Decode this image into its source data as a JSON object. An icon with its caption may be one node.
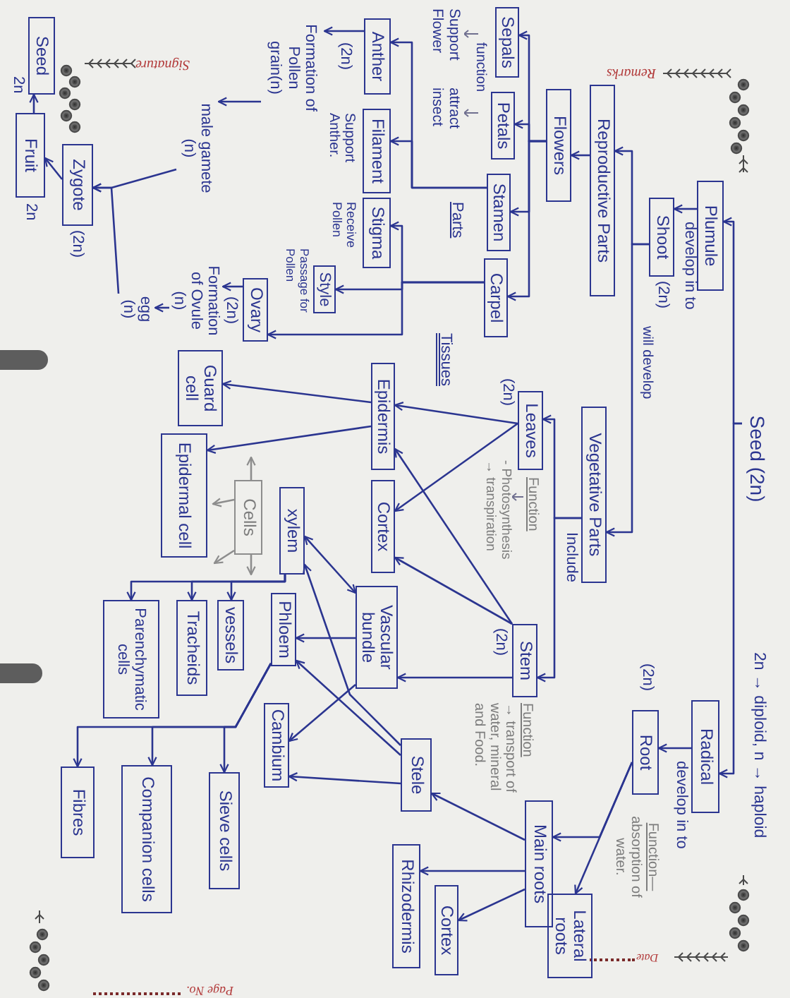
{
  "diagram": {
    "nodes": [
      {
        "text": [
          "Seed (2n)"
        ]
      },
      {
        "text": [
          "Plumule"
        ]
      },
      {
        "text": [
          "Radical"
        ]
      },
      {
        "text": [
          "Shoot"
        ],
        "beside": [
          "(2n)"
        ]
      },
      {
        "text": [
          "Root"
        ],
        "beside": [
          "(2n)",
          "Function—",
          "absorption of water."
        ]
      },
      {
        "text": [
          "Reproductive Parts"
        ]
      },
      {
        "text": [
          "Vegetative Parts"
        ]
      },
      {
        "text": [
          "Lateral roots"
        ]
      },
      {
        "text": [
          "Flowers"
        ]
      },
      {
        "text": [
          "Main roots"
        ]
      },
      {
        "text": [
          "Leaves"
        ],
        "beside": [
          "(2n)",
          "Function",
          "- Photosynthesis",
          "→ transpiration"
        ]
      },
      {
        "text": [
          "Stem"
        ],
        "beside": [
          "(2n)",
          "Function",
          "→ transport of water, mineral and Food."
        ]
      },
      {
        "text": [
          "Sepals"
        ],
        "beside": [
          "Support Flower"
        ]
      },
      {
        "text": [
          "Petals"
        ],
        "beside": [
          "attract insect"
        ]
      },
      {
        "text": [
          "Stamen"
        ]
      },
      {
        "text": [
          "Carpel"
        ]
      },
      {
        "text": [
          "Cortex"
        ]
      },
      {
        "text": [
          "Stele"
        ]
      },
      {
        "text": [
          "Rhizodermis"
        ]
      },
      {
        "text": [
          "Epidermis"
        ]
      },
      {
        "text": [
          "Cortex"
        ]
      },
      {
        "text": [
          "Vascular bundle"
        ]
      },
      {
        "text": [
          "Anther"
        ],
        "beside": [
          "(2n)"
        ]
      },
      {
        "text": [
          "Filament"
        ],
        "beside": [
          "Support Anther."
        ]
      },
      {
        "text": [
          "Stigma"
        ],
        "beside": [
          "Receive Pollen"
        ]
      },
      {
        "text": [
          "Style"
        ],
        "beside": [
          "Passage for Pollen"
        ]
      },
      {
        "text": [
          "Formation of Pollen grain(n)"
        ]
      },
      {
        "text": [
          "xylem"
        ]
      },
      {
        "text": [
          "Phloem"
        ]
      },
      {
        "text": [
          "Cambium"
        ]
      },
      {
        "text": [
          "Ovary"
        ],
        "beside": [
          "(2n)"
        ]
      },
      {
        "text": [
          "Cells"
        ]
      },
      {
        "text": [
          "vessels"
        ]
      },
      {
        "text": [
          "Sieve cells"
        ]
      },
      {
        "text": [
          "Guard cell"
        ]
      },
      {
        "text": [
          "male gamete (n)"
        ]
      },
      {
        "text": [
          "Formation of Ovule (n)"
        ]
      },
      {
        "text": [
          "Epidermal cell"
        ]
      },
      {
        "text": [
          "Tracheids"
        ]
      },
      {
        "text": [
          "Companion cells"
        ]
      },
      {
        "text": [
          "egg (n)"
        ]
      },
      {
        "text": [
          "Parenchymatic cells"
        ]
      },
      {
        "text": [
          "Fibres"
        ]
      },
      {
        "text": [
          "Zygote"
        ],
        "beside": [
          "(2n)"
        ]
      },
      {
        "text": [
          "Seed"
        ],
        "beside": [
          "2n"
        ]
      },
      {
        "text": [
          "Fruit"
        ],
        "beside": [
          "2n"
        ]
      }
    ],
    "edges": [
      {
        "from": 0,
        "to": 1,
        "arrow": "to"
      },
      {
        "from": 0,
        "to": 2,
        "arrow": "to"
      },
      {
        "from": 1,
        "to": 3,
        "arrow": "to",
        "label": "develop in to"
      },
      {
        "from": 2,
        "to": 4,
        "arrow": "to",
        "label": "develop in to"
      },
      {
        "from": 3,
        "to": 5,
        "arrow": "to"
      },
      {
        "from": 3,
        "to": 6,
        "arrow": "to",
        "label": "will develop"
      },
      {
        "from": 4,
        "to": 9,
        "arrow": "to"
      },
      {
        "from": 4,
        "to": 7,
        "arrow": "to"
      },
      {
        "from": 5,
        "to": 8,
        "arrow": "to"
      },
      {
        "from": 6,
        "to": 10,
        "arrow": "to"
      },
      {
        "from": 6,
        "to": 11,
        "arrow": "to",
        "label": "Include"
      },
      {
        "from": 8,
        "to": 12,
        "arrow": "to"
      },
      {
        "from": 8,
        "to": 13,
        "arrow": "to"
      },
      {
        "from": 8,
        "to": 14,
        "arrow": "to"
      },
      {
        "from": 8,
        "to": 15,
        "arrow": "to"
      },
      {
        "from": 10,
        "to": 19,
        "arrow": "to"
      },
      {
        "from": 10,
        "to": 20,
        "arrow": "to"
      },
      {
        "from": 11,
        "to": 19,
        "arrow": "to"
      },
      {
        "from": 11,
        "to": 20,
        "arrow": "to"
      },
      {
        "from": 11,
        "to": 21,
        "arrow": "to"
      },
      {
        "from": 9,
        "to": 16,
        "arrow": "to"
      },
      {
        "from": 9,
        "to": 17,
        "arrow": "to"
      },
      {
        "from": 9,
        "to": 18,
        "arrow": "to"
      },
      {
        "from": 14,
        "to": 22,
        "arrow": "to"
      },
      {
        "from": 14,
        "to": 23,
        "arrow": "to"
      },
      {
        "from": 15,
        "to": 24,
        "arrow": "to"
      },
      {
        "from": 15,
        "to": 25,
        "arrow": "to"
      },
      {
        "from": 15,
        "to": 30,
        "arrow": "to"
      },
      {
        "from": 22,
        "to": 26,
        "arrow": "to"
      },
      {
        "from": 26,
        "to": 35,
        "arrow": "to"
      },
      {
        "from": 19,
        "to": 34,
        "arrow": "to"
      },
      {
        "from": 19,
        "to": 37,
        "arrow": "to"
      },
      {
        "from": 21,
        "to": 27,
        "arrow": "both"
      },
      {
        "from": 21,
        "to": 28,
        "arrow": "to"
      },
      {
        "from": 21,
        "to": 29,
        "arrow": "to"
      },
      {
        "from": 17,
        "to": 27,
        "arrow": "to"
      },
      {
        "from": 17,
        "to": 28,
        "arrow": "to"
      },
      {
        "from": 17,
        "to": 29,
        "arrow": "to"
      },
      {
        "from": 27,
        "to": 32,
        "arrow": "to"
      },
      {
        "from": 27,
        "to": 38,
        "arrow": "to"
      },
      {
        "from": 27,
        "to": 41,
        "arrow": "to"
      },
      {
        "from": 28,
        "to": 33,
        "arrow": "to"
      },
      {
        "from": 28,
        "to": 39,
        "arrow": "to"
      },
      {
        "from": 28,
        "to": 42,
        "arrow": "to"
      },
      {
        "from": 30,
        "to": 36,
        "arrow": "to"
      },
      {
        "from": 36,
        "to": 40,
        "arrow": "to"
      },
      {
        "from": 31,
        "to": null,
        "arrow": "to",
        "color": "#8d8d8d"
      },
      {
        "from": 31,
        "to": null,
        "arrow": "to",
        "color": "#8d8d8d"
      },
      {
        "from": 31,
        "to": null,
        "arrow": "to",
        "color": "#8d8d8d"
      },
      {
        "from": 31,
        "to": null,
        "arrow": "to",
        "color": "#8d8d8d"
      },
      {
        "from": 35,
        "to": 43,
        "arrow": "to"
      },
      {
        "from": 40,
        "to": 43,
        "arrow": "to"
      },
      {
        "from": 43,
        "to": 45,
        "arrow": "to"
      },
      {
        "from": 45,
        "to": 44,
        "arrow": "to"
      }
    ],
    "labels": [
      "2n → diploid, n → haploid",
      "function",
      "Parts",
      "Tissues",
      "Remarks",
      "Signature",
      "Date",
      "Page No."
    ]
  }
}
